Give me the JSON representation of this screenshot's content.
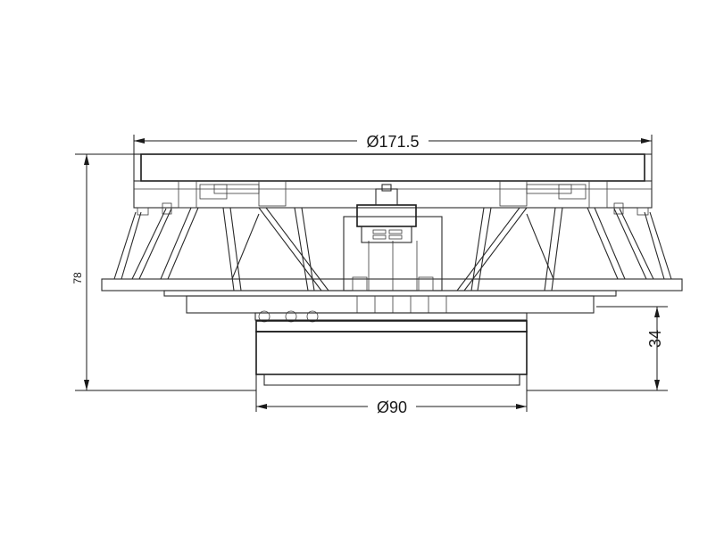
{
  "dimensions": {
    "outer_diameter": "Ø171.5",
    "inner_diameter": "Ø90",
    "total_height": "78",
    "motor_height": "34"
  }
}
